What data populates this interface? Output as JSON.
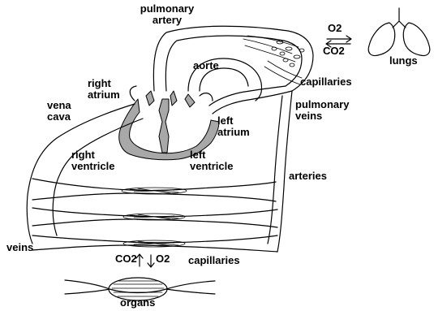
{
  "labels": {
    "pulmonary_artery": [
      "pulmonary",
      "artery"
    ],
    "o2_top": "O2",
    "co2_top": "CO2",
    "lungs": "lungs",
    "aorte": "aorte",
    "right_atrium": [
      "right",
      "atrium"
    ],
    "capillaries_top": "capillaries",
    "vena_cava": [
      "vena",
      "cava"
    ],
    "pulmonary_veins": [
      "pulmonary",
      "veins"
    ],
    "left_atrium": [
      "left",
      "atrium"
    ],
    "right_ventricle": [
      "right",
      "ventricle"
    ],
    "left_ventricle": [
      "left",
      "ventricle"
    ],
    "arteries": "arteries",
    "veins": "veins",
    "co2_bottom": "CO2",
    "o2_bottom": "O2",
    "capillaries_bottom": "capillaries",
    "organs": "organs"
  }
}
